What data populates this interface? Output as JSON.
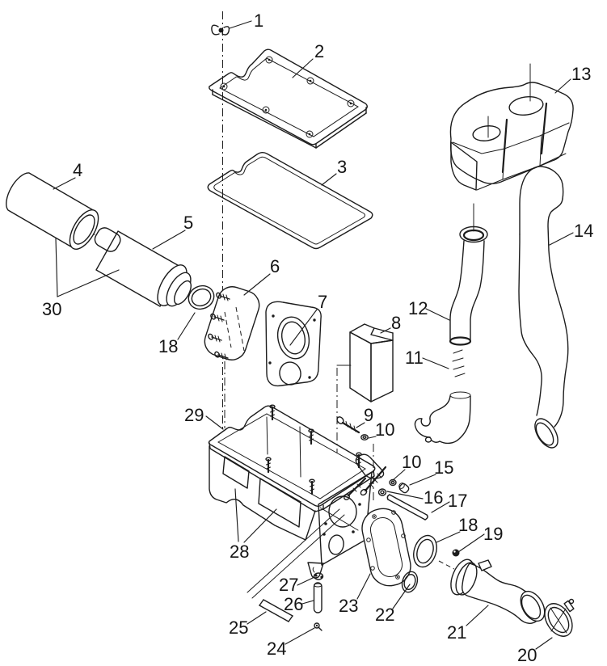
{
  "diagram": {
    "kind": "exploded-parts-diagram",
    "background_color": "#ffffff",
    "line_color": "#1c1c1c",
    "callouts": {
      "c1": "1",
      "c2": "2",
      "c3": "3",
      "c4": "4",
      "c5": "5",
      "c6": "6",
      "c7": "7",
      "c8": "8",
      "c9": "9",
      "c10a": "10",
      "c10b": "10",
      "c11": "11",
      "c12": "12",
      "c13": "13",
      "c14": "14",
      "c15": "15",
      "c16": "16",
      "c17": "17",
      "c18a": "18",
      "c18b": "18",
      "c19": "19",
      "c20": "20",
      "c21": "21",
      "c22": "22",
      "c23": "23",
      "c24": "24",
      "c25": "25",
      "c26": "26",
      "c27": "27",
      "c28": "28",
      "c29": "29",
      "c30": "30"
    }
  }
}
